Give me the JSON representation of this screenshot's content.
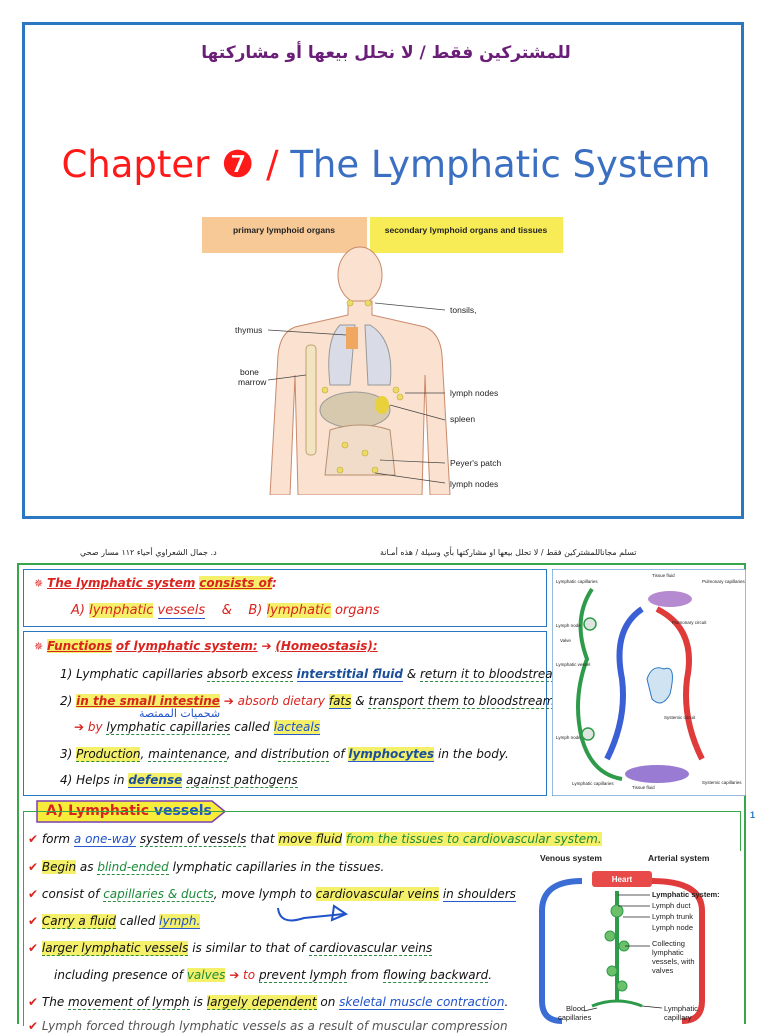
{
  "cover": {
    "arabic_notice": "للمشتركين  فقط / لا نحلل بيعها أو مشاركتها",
    "chapter_word": "Chapter",
    "chapter_number": "❼",
    "slash": "/",
    "chapter_name": "The Lymphatic System",
    "figure": {
      "header_left": "primary lymphoid organs",
      "header_right": "secondary lymphoid organs and tissues",
      "labels": {
        "thymus": "thymus",
        "bone_marrow_1": "bone",
        "bone_marrow_2": "marrow",
        "tonsils": "tonsils,",
        "lymph_nodes_upper": "lymph nodes",
        "spleen": "spleen",
        "peyers_patch": "Peyer's patch",
        "lymph_nodes_lower": "lymph nodes"
      }
    }
  },
  "page2_header": {
    "left": "د. جمال الشعراوي    أحياء ١١٢ مسار صحي",
    "right": "تسلم مجاناللمشتركين فقط   /  لا تحلل بيعها او مشاركتها بأي وسيلة    /    هذه أمـانة"
  },
  "page_number": "1",
  "consists": {
    "lead": "The lymphatic system",
    "lead_hl": "consists of",
    "colon": ":",
    "a_prefix": "A)",
    "a_hl": "lymphatic",
    "a_rest": "vessels",
    "amp": "&",
    "b_prefix": "B)",
    "b_hl": "lymphatic",
    "b_rest": "organs"
  },
  "functions": {
    "title_hl": "Functions",
    "title_rest": "of lymphatic system:",
    "arrow": "➔",
    "homeo": "(Homeostasis):",
    "f1a": "1) Lymphatic capillaries",
    "f1b": "absorb excess",
    "f1c": "interstitial fluid",
    "f1d": "&",
    "f1e": "return it to bloodstream",
    "f1f": ".",
    "f2a": "2)",
    "f2b": "in the small intestine",
    "f2c": "➔ absorb dietary",
    "f2d": "fats",
    "f2e": "&",
    "f2f": "transport them to bloodstream",
    "f2_note": "شحميات الممتصة",
    "f2g": "➔ by",
    "f2h": "lymphatic capillaries",
    "f2i": "called",
    "f2j": "lacteals",
    "f3a": "3)",
    "f3b": "Production",
    "f3c": ",",
    "f3d": "maintenance",
    "f3e": ", and dis",
    "f3f": "tribution",
    "f3g": "of",
    "f3h": "lymphocytes",
    "f3i": "in the body.",
    "f4a": "4) Helps in",
    "f4b": "defense",
    "f4c": "against pathogens"
  },
  "circulation_fig": {
    "lymphatic_capillaries": "Lymphatic capillaries",
    "tissue_fluid_top": "Tissue fluid",
    "pulmonary_capillaries": "Pulmonary capillaries",
    "lymph_node": "Lymph node",
    "pulmonary_circuit": "Pulmonary circuit",
    "valve": "Valve",
    "lymphatic_vessel": "Lymphatic vessel",
    "systemic_circuit": "Systemic circuit",
    "lymph_node_lower": "Lymph node",
    "lymphatic_capillaries_lower": "Lymphatic capillaries",
    "tissue_fluid_bottom": "Tissue fluid",
    "systemic_capillaries": "Systemic capillaries"
  },
  "vessels": {
    "banner_a": "A) Lymphatic",
    "banner_b": "vessels",
    "l1a": "form",
    "l1b": "a one-way",
    "l1c": "system of vessels",
    "l1d": "that",
    "l1e": "move fluid",
    "l1f": "from the tissues to cardiovascular system.",
    "l2a": "Begin",
    "l2b": "as",
    "l2c": "blind-ended",
    "l2d": "lymphatic capillaries in the tissues.",
    "l3a": "consist of",
    "l3b": "capillaries & ducts",
    "l3c": ", move lymph to",
    "l3d": "cardiovascular veins",
    "l3e": "in shoulders",
    "l4a": "Carry a fluid",
    "l4b": "called",
    "l4c": "lymph.",
    "l5a": "larger lymphatic vessels",
    "l5b": "is similar to that of",
    "l5c": "cardiovascular veins",
    "l6a": "including presence of",
    "l6b": "valves",
    "l6c": "➔ to",
    "l6d": "prevent lymph",
    "l6e": "from",
    "l6f": "flowing backward",
    "l6g": ".",
    "l7a": "The",
    "l7b": "movement of lymph",
    "l7c": "is",
    "l7d": "largely dependent",
    "l7e": "on",
    "l7f": "skeletal muscle contraction",
    "l7g": ".",
    "l8": "Lymph forced through lymphatic vessels as a result of muscular compression"
  },
  "venous_fig": {
    "venous_system": "Venous system",
    "arterial_system": "Arterial system",
    "heart": "Heart",
    "lymphatic_system": "Lymphatic system:",
    "lymph_duct": "Lymph duct",
    "lymph_trunk": "Lymph trunk",
    "lymph_node": "Lymph node",
    "collecting_1": "Collecting",
    "collecting_2": "lymphatic",
    "collecting_3": "vessels, with",
    "collecting_4": "valves",
    "blood_1": "Blood",
    "blood_2": "capillaries",
    "lymphatic_cap_1": "Lymphatic",
    "lymphatic_cap_2": "capillary"
  }
}
